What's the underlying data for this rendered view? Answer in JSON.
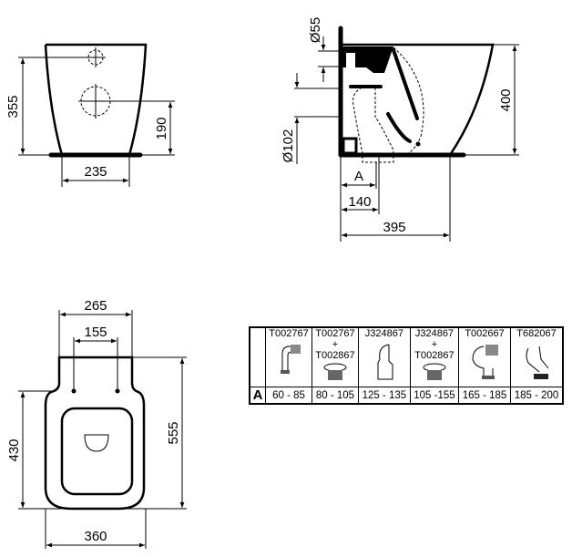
{
  "front_view": {
    "height_355": "355",
    "height_190": "190",
    "width_235": "235"
  },
  "side_view": {
    "dia_55": "Ø55",
    "dia_102": "Ø102",
    "height_400": "400",
    "dim_a": "A",
    "dim_140": "140",
    "dim_395": "395"
  },
  "top_view": {
    "width_265": "265",
    "width_155": "155",
    "length_430": "430",
    "length_555": "555",
    "width_360": "360"
  },
  "adapter_table": {
    "row_label": "A",
    "columns": [
      {
        "code": "T002767",
        "plus": "",
        "code2": "",
        "icon": "bend-pipe-icon",
        "range": "60 - 85"
      },
      {
        "code": "T002767",
        "plus": "+",
        "code2": "T002867",
        "icon": "collar-connector-icon",
        "range": "80 - 105"
      },
      {
        "code": "J324867",
        "plus": "",
        "code2": "",
        "icon": "offset-pipe-icon",
        "range": "125 - 135"
      },
      {
        "code": "J324867",
        "plus": "+",
        "code2": "T002867",
        "icon": "collar-connector-icon",
        "range": "105 -155"
      },
      {
        "code": "T002667",
        "plus": "",
        "code2": "",
        "icon": "bend-pipe-icon",
        "range": "165 - 185"
      },
      {
        "code": "T682067",
        "plus": "",
        "code2": "",
        "icon": "angled-pipe-icon",
        "range": "185 - 200"
      }
    ]
  }
}
